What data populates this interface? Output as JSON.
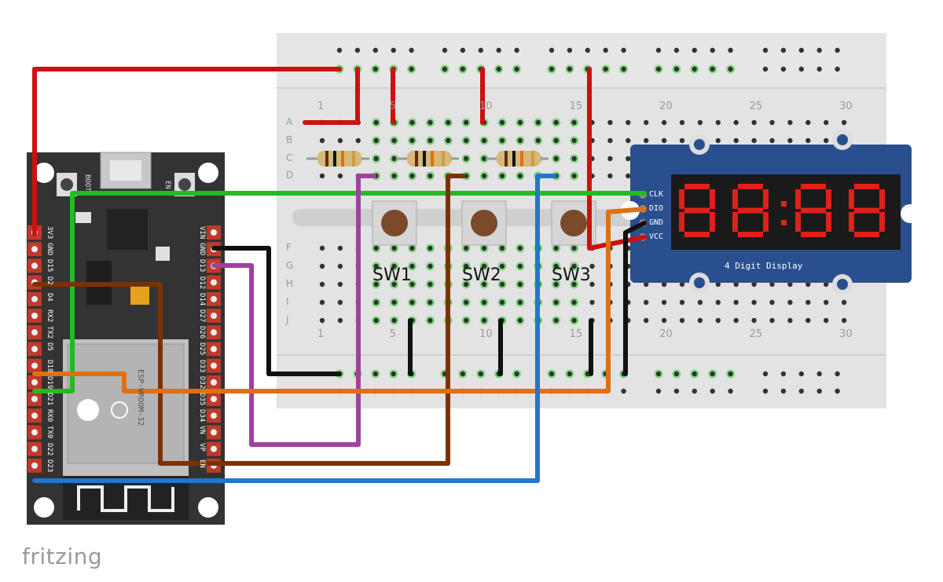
{
  "logo": "fritzing",
  "switches": [
    "SW1",
    "SW2",
    "SW3"
  ],
  "display": {
    "title": "4 Digit Display",
    "pins": [
      "CLK",
      "DIO",
      "GND",
      "VCC"
    ],
    "digits": "88:88"
  },
  "breadboard": {
    "column_numbers": [
      "1",
      "5",
      "10",
      "15",
      "20",
      "25",
      "30"
    ],
    "rows_top": [
      "A",
      "B",
      "C",
      "D"
    ],
    "rows_bottom": [
      "F",
      "G",
      "H",
      "I",
      "J"
    ]
  },
  "esp32": {
    "left_pins": [
      "3V3",
      "GND",
      "D15",
      "D2",
      "D4",
      "RX2",
      "TX2",
      "D5",
      "D18",
      "D19",
      "D21",
      "RX0",
      "TX0",
      "D22",
      "D23"
    ],
    "right_pins": [
      "VIN",
      "GND",
      "D13",
      "D12",
      "D14",
      "D27",
      "D26",
      "D25",
      "D33",
      "D32",
      "D35",
      "D34",
      "VN",
      "VP",
      "EN"
    ],
    "button_left": "BOOT",
    "button_right": "EN",
    "module_label": "ESP-WROOM-32"
  },
  "wire_colors": {
    "red": "#cc1111",
    "green": "#22bb22",
    "black": "#111111",
    "purple": "#a040a0",
    "brown": "#7a3300",
    "orange": "#e07010",
    "blue": "#2277cc"
  }
}
